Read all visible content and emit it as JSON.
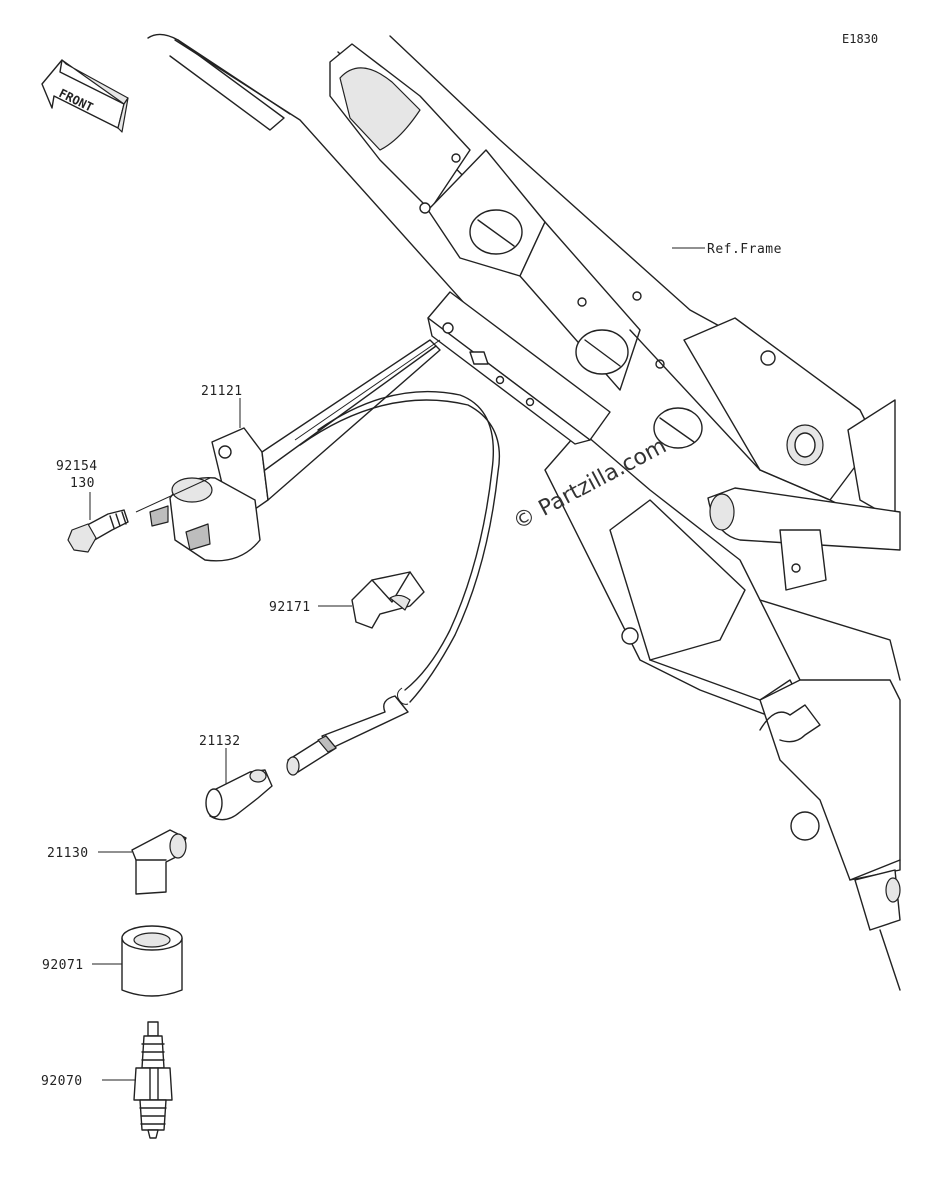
{
  "diagram_code": "E1830",
  "front_arrow_label": "FRONT",
  "frame_reference_label": "Ref.Frame",
  "watermark": "© Partzilla.com",
  "parts": {
    "ignition_coil": "21121",
    "bolt_number": "92154",
    "bolt_size": "130",
    "clamp": "92171",
    "cap_seal": "21132",
    "plug_cap": "21130",
    "boot": "92071",
    "spark_plug": "92070"
  }
}
